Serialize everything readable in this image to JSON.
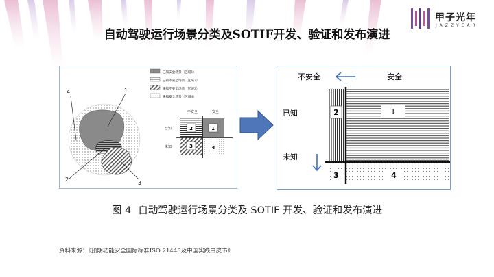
{
  "title": "自动驾驶运行场景分类及SOTIF开发、验证和发布演进",
  "logo": {
    "cn": "甲子光年",
    "en": "JAZZYEAR"
  },
  "left_diagram": {
    "legend": [
      "已知安全场景（区域1）",
      "已知不安全场景（区域2）",
      "未知不安全场景（区域3）",
      "未知安全场景（区域4）"
    ],
    "col_labels": [
      "不安全",
      "安全"
    ],
    "row_labels": [
      "已知",
      "未知"
    ],
    "cells": [
      "2",
      "1",
      "3",
      "4"
    ],
    "callouts": [
      "1",
      "2",
      "3",
      "4"
    ]
  },
  "right_diagram": {
    "label_unsafe": "不安全",
    "label_safe": "安全",
    "label_known": "已知",
    "label_unknown": "未知",
    "regions": [
      "1",
      "2",
      "3",
      "4"
    ]
  },
  "caption": {
    "figure": "图 4",
    "text": "自动驾驶运行场景分类及 SOTIF 开发、验证和发布演进"
  },
  "source": "资料来源：《预期功能安全国际标准ISO 21448及中国实践白皮书》",
  "colors": {
    "arrow": "#4f76b8",
    "panel_border": "#7a9cc6",
    "accent_blue": "#3c6fc0"
  }
}
